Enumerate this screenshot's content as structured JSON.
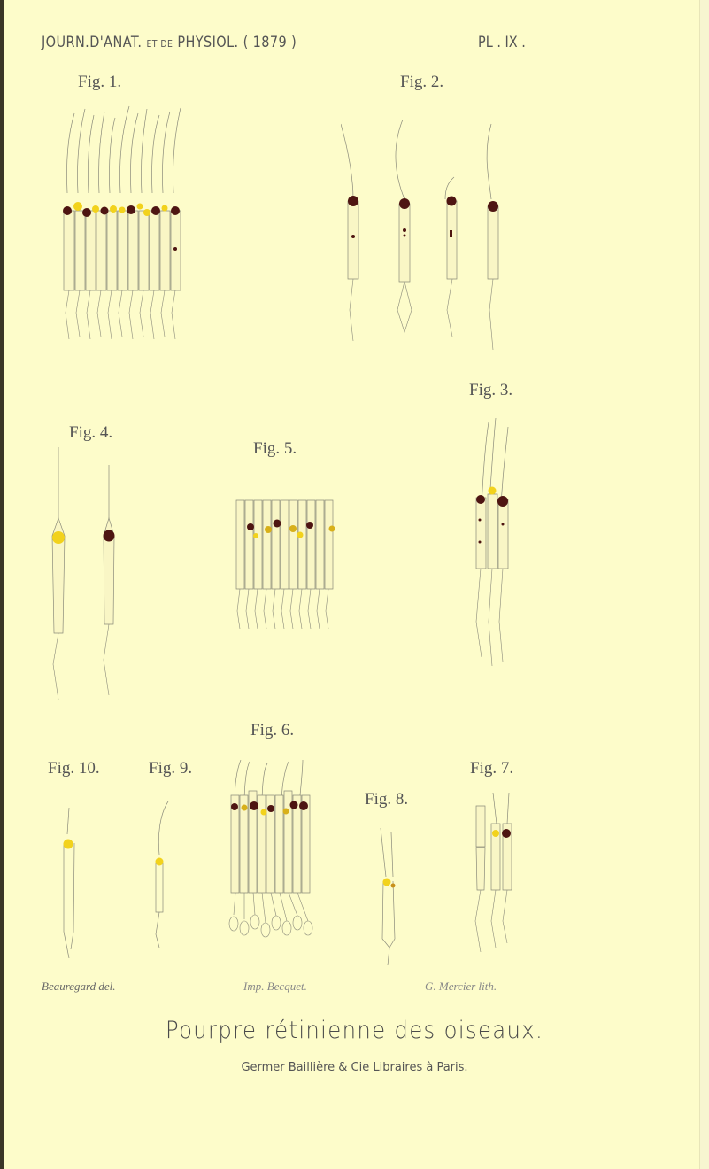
{
  "header": {
    "journal_prefix": "JOURN.D'ANAT.",
    "journal_mid": "ET DE",
    "journal_suffix": "PHYSIOL. ( 1879 )",
    "plate": "PL . IX ."
  },
  "figures": [
    {
      "id": "fig1",
      "label": "Fig. 1.",
      "description": "Row of bird retinal cones with brown and yellow oil droplets",
      "cells": 12,
      "droplets": [
        "brown",
        "yellow",
        "brown",
        "yellow",
        "brown",
        "yellow",
        "yellow",
        "brown",
        "yellow",
        "yellow",
        "brown",
        "yellow",
        "brown"
      ]
    },
    {
      "id": "fig2",
      "label": "Fig. 2.",
      "description": "Four isolated cones with dark red droplets",
      "cells": 4,
      "droplets": [
        "brown",
        "brown",
        "brown",
        "brown"
      ]
    },
    {
      "id": "fig3",
      "label": "Fig. 3.",
      "description": "Three cones, one yellow droplet between two brown",
      "cells": 3,
      "droplets": [
        "brown",
        "yellow",
        "brown"
      ]
    },
    {
      "id": "fig4",
      "label": "Fig. 4.",
      "description": "Two cones, one yellow, one brown droplet",
      "cells": 2,
      "droplets": [
        "yellow",
        "brown"
      ]
    },
    {
      "id": "fig5",
      "label": "Fig. 5.",
      "description": "Group of rods and cones with mixed droplets",
      "cells": 10,
      "droplets": [
        "brown",
        "yellow",
        "yellow",
        "brown",
        "yellow",
        "yellow",
        "brown",
        "yellow"
      ]
    },
    {
      "id": "fig6",
      "label": "Fig. 6.",
      "description": "Layer of cones with nuclei below",
      "cells": 10,
      "droplets": [
        "brown",
        "yellow",
        "brown",
        "yellow",
        "brown",
        "yellow",
        "brown",
        "brown"
      ]
    },
    {
      "id": "fig7",
      "label": "Fig. 7.",
      "description": "Rod and two cones",
      "cells": 3,
      "droplets": [
        "yellow",
        "brown"
      ]
    },
    {
      "id": "fig8",
      "label": "Fig. 8.",
      "description": "Double cone with yellow droplet",
      "cells": 2,
      "droplets": [
        "yellow",
        "orange"
      ]
    },
    {
      "id": "fig9",
      "label": "Fig. 9.",
      "description": "Single cone with yellow droplet",
      "cells": 1,
      "droplets": [
        "yellow"
      ]
    },
    {
      "id": "fig10",
      "label": "Fig. 10.",
      "description": "Single cone with yellow droplet",
      "cells": 1,
      "droplets": [
        "yellow"
      ]
    }
  ],
  "credits": {
    "artist": "Beauregard del.",
    "printer": "Imp. Becquet.",
    "lithographer": "G. Mercier lith."
  },
  "title": "Pourpre rétinienne des oiseaux.",
  "publisher": "Germer Baillière & Cie Libraires à Paris.",
  "colors": {
    "paper": "#fdfcca",
    "brown_droplet": "#4e1512",
    "yellow_droplet": "#f2d21c",
    "orange_droplet": "#c8901a",
    "ink": "#555555"
  }
}
